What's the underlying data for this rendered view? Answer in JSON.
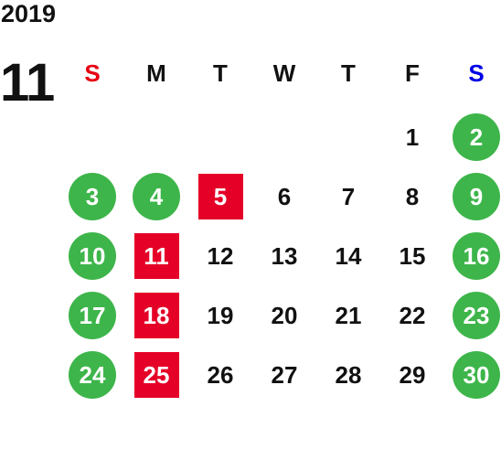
{
  "calendar": {
    "year": "2019",
    "month": "11",
    "weekdays": [
      {
        "label": "S",
        "color": "#e60012"
      },
      {
        "label": "M",
        "color": "#111111"
      },
      {
        "label": "T",
        "color": "#111111"
      },
      {
        "label": "W",
        "color": "#111111"
      },
      {
        "label": "T",
        "color": "#111111"
      },
      {
        "label": "F",
        "color": "#111111"
      },
      {
        "label": "S",
        "color": "#0000e6"
      }
    ],
    "weeks": [
      [
        null,
        null,
        null,
        null,
        null,
        {
          "day": 1,
          "mark": "none"
        },
        {
          "day": 2,
          "mark": "green-circle"
        }
      ],
      [
        {
          "day": 3,
          "mark": "green-circle"
        },
        {
          "day": 4,
          "mark": "green-circle"
        },
        {
          "day": 5,
          "mark": "red-square"
        },
        {
          "day": 6,
          "mark": "none"
        },
        {
          "day": 7,
          "mark": "none"
        },
        {
          "day": 8,
          "mark": "none"
        },
        {
          "day": 9,
          "mark": "green-circle"
        }
      ],
      [
        {
          "day": 10,
          "mark": "green-circle"
        },
        {
          "day": 11,
          "mark": "red-square"
        },
        {
          "day": 12,
          "mark": "none"
        },
        {
          "day": 13,
          "mark": "none"
        },
        {
          "day": 14,
          "mark": "none"
        },
        {
          "day": 15,
          "mark": "none"
        },
        {
          "day": 16,
          "mark": "green-circle"
        }
      ],
      [
        {
          "day": 17,
          "mark": "green-circle"
        },
        {
          "day": 18,
          "mark": "red-square"
        },
        {
          "day": 19,
          "mark": "none"
        },
        {
          "day": 20,
          "mark": "none"
        },
        {
          "day": 21,
          "mark": "none"
        },
        {
          "day": 22,
          "mark": "none"
        },
        {
          "day": 23,
          "mark": "green-circle"
        }
      ],
      [
        {
          "day": 24,
          "mark": "green-circle"
        },
        {
          "day": 25,
          "mark": "red-square"
        },
        {
          "day": 26,
          "mark": "none"
        },
        {
          "day": 27,
          "mark": "none"
        },
        {
          "day": 28,
          "mark": "none"
        },
        {
          "day": 29,
          "mark": "none"
        },
        {
          "day": 30,
          "mark": "green-circle"
        }
      ]
    ]
  },
  "colors": {
    "green_circle": "#3db54a",
    "red_square": "#e50027",
    "day_text": "#111111",
    "marked_day_text": "#ffffff"
  }
}
